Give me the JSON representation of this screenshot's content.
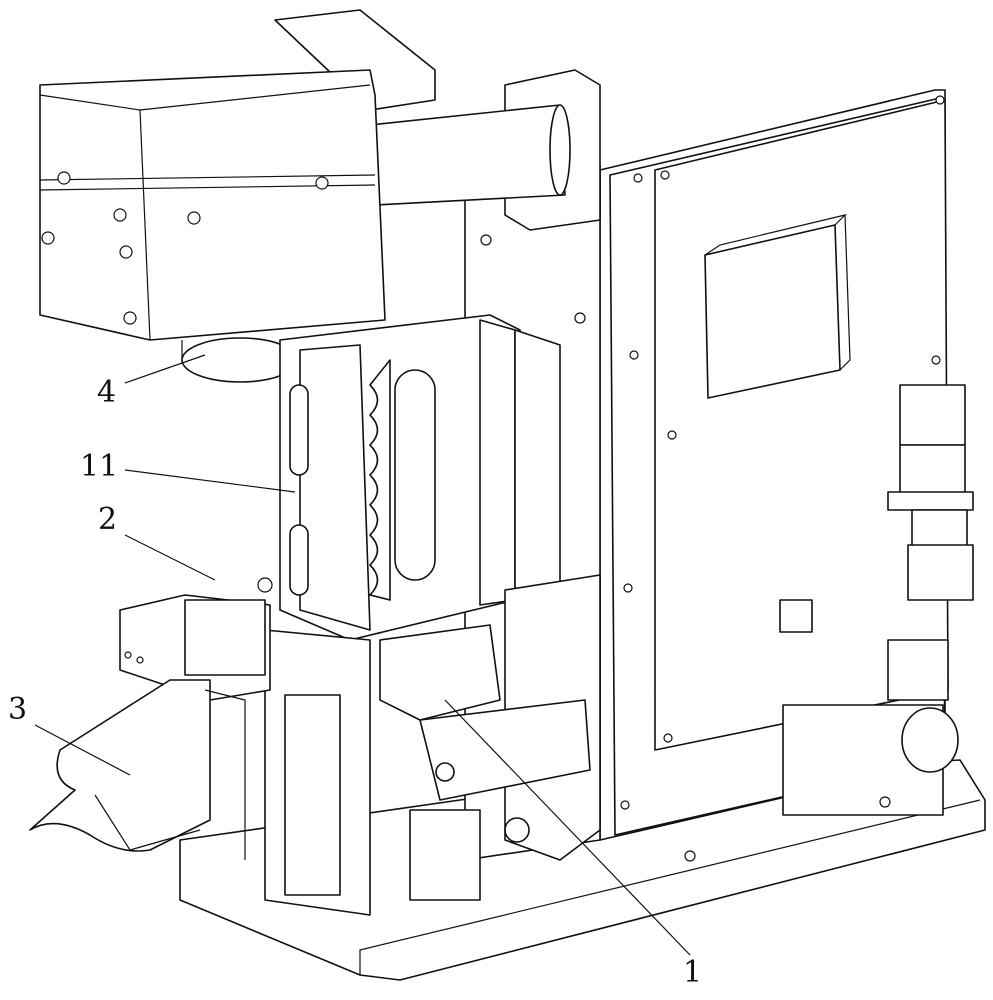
{
  "figure": {
    "labels": {
      "l4": "4",
      "l11": "11",
      "l2": "2",
      "l3": "3",
      "l1": "1"
    }
  }
}
